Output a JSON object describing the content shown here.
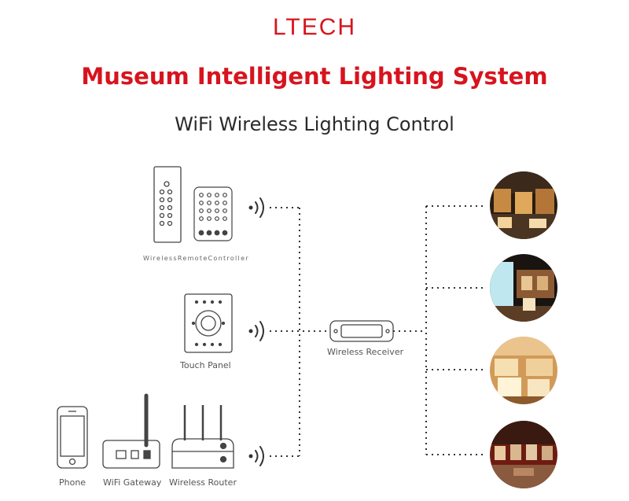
{
  "brand": {
    "logo": "LTECH"
  },
  "header": {
    "title": "Museum Intelligent Lighting System",
    "subtitle": "WiFi Wireless Lighting Control"
  },
  "devices": {
    "remote_label": "WirelessRemoteController",
    "touch_panel_label": "Touch Panel",
    "phone_label": "Phone",
    "gateway_label": "WiFi Gateway",
    "router_label": "Wireless Router",
    "receiver_label": "Wireless Receiver"
  },
  "photos": [
    {
      "name": "museum-scene-1"
    },
    {
      "name": "museum-scene-2"
    },
    {
      "name": "museum-scene-3"
    },
    {
      "name": "museum-scene-4"
    }
  ],
  "colors": {
    "brand_red": "#d7141e",
    "line": "#333333"
  }
}
